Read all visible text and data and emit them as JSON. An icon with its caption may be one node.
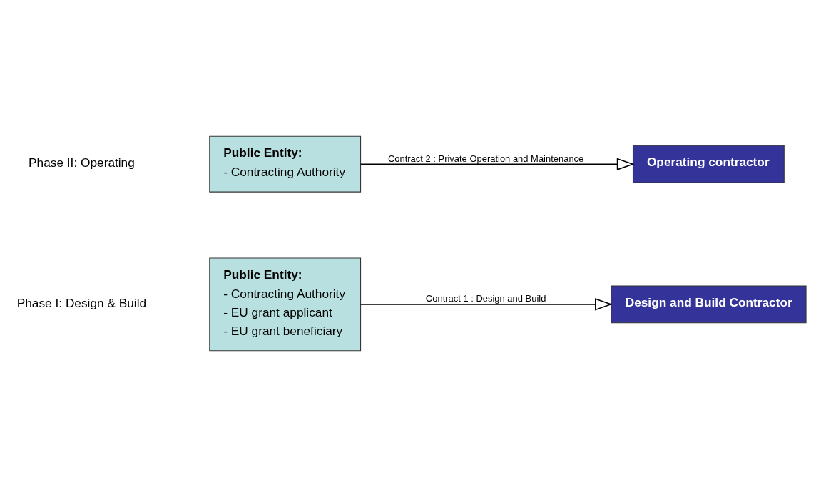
{
  "diagram": {
    "nodes": [
      {
        "text": [
          "Public Entity:",
          "- Contracting Authority",
          "- EU grant applicant",
          "- EU grant beneficiary"
        ]
      },
      {
        "text": [
          "Design and Build Contractor"
        ]
      },
      {
        "text": [
          "Public Entity:",
          "- Contracting Authority"
        ]
      },
      {
        "text": [
          "Operating contractor"
        ]
      }
    ],
    "edges": [
      {
        "from": 0,
        "to": 1,
        "arrow": "to",
        "label": "Contract 1 : Design and Build"
      },
      {
        "from": 2,
        "to": 3,
        "arrow": "to",
        "label": "Contract 2 : Private Operation and Maintenance"
      }
    ],
    "labels": [
      "Phase I: Design & Build",
      "Phase II: Operating"
    ]
  }
}
